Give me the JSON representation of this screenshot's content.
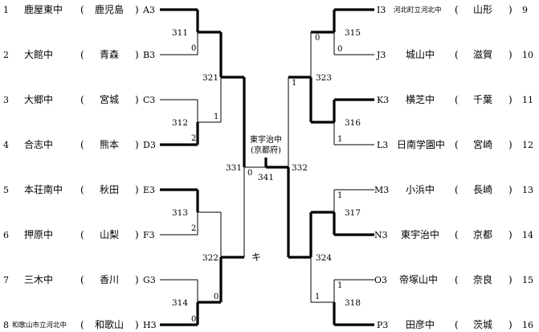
{
  "left_teams": [
    {
      "seed": "1",
      "school": "鹿屋東中",
      "pref": "鹿児島",
      "code": "A3"
    },
    {
      "seed": "2",
      "school": "大館中",
      "pref": "青森",
      "code": "B3"
    },
    {
      "seed": "3",
      "school": "大郷中",
      "pref": "宮城",
      "code": "C3"
    },
    {
      "seed": "4",
      "school": "合志中",
      "pref": "熊本",
      "code": "D3"
    },
    {
      "seed": "5",
      "school": "本荘南中",
      "pref": "秋田",
      "code": "E3"
    },
    {
      "seed": "6",
      "school": "押原中",
      "pref": "山梨",
      "code": "F3"
    },
    {
      "seed": "7",
      "school": "三木中",
      "pref": "香川",
      "code": "G3"
    },
    {
      "seed": "8",
      "school": "和歌山市立河北中",
      "pref": "和歌山",
      "code": "H3"
    }
  ],
  "right_teams": [
    {
      "seed": "9",
      "school": "河北町立河北中",
      "pref": "山形",
      "code": "I3"
    },
    {
      "seed": "10",
      "school": "城山中",
      "pref": "滋賀",
      "code": "J3"
    },
    {
      "seed": "11",
      "school": "横芝中",
      "pref": "千葉",
      "code": "K3"
    },
    {
      "seed": "12",
      "school": "日南学園中",
      "pref": "宮崎",
      "code": "L3"
    },
    {
      "seed": "13",
      "school": "小浜中",
      "pref": "長崎",
      "code": "M3"
    },
    {
      "seed": "14",
      "school": "東宇治中",
      "pref": "京都",
      "code": "N3"
    },
    {
      "seed": "15",
      "school": "帝塚山中",
      "pref": "奈良",
      "code": "O3"
    },
    {
      "seed": "16",
      "school": "田彦中",
      "pref": "茨城",
      "code": "P3"
    }
  ],
  "paren_open": "(",
  "paren_close": ")",
  "matches": {
    "m311": "311",
    "m312": "312",
    "m313": "313",
    "m314": "314",
    "m315": "315",
    "m316": "316",
    "m317": "317",
    "m318": "318",
    "m321": "321",
    "m322": "322",
    "m323": "323",
    "m324": "324",
    "m331": "331",
    "m332": "332",
    "m341": "341"
  },
  "scores": {
    "m311_bottom": "0",
    "m312_top": "1",
    "m312_bottom": "2",
    "m313_bottom": "2",
    "m314_top": "0",
    "m314_bottom": "0",
    "m315_top": "0",
    "m315_bottom": "0",
    "m316_bottom": "1",
    "m317_top": "1",
    "m318_top": "1",
    "m323_left": "1",
    "m324_left": "1",
    "m331_bottom": "0"
  },
  "winner": {
    "school": "東宇治中",
    "pref": "(京都府)"
  },
  "annotation_ki": "キ"
}
